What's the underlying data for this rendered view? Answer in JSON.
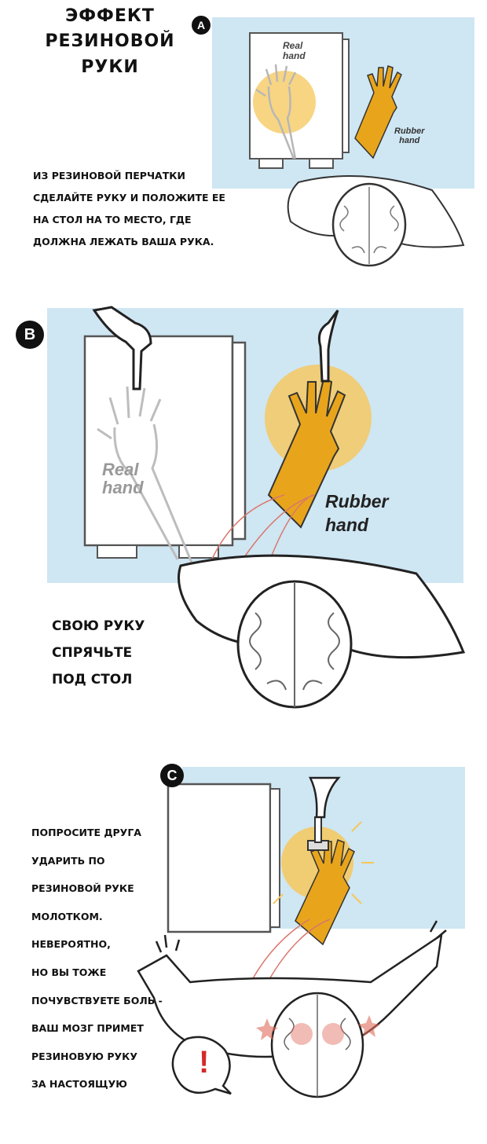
{
  "title": {
    "line1": "Эффект",
    "line2": "резиновой",
    "line3": "руки"
  },
  "panels": {
    "a": {
      "badge": "A",
      "label_real": [
        "Real",
        "hand"
      ],
      "label_rubber": [
        "Rubber",
        "hand"
      ],
      "instruction": [
        "Из резиновой перчатки",
        "сделайте руку и положите ее",
        "на стол на то место, где",
        "должна лежать ваша рука."
      ]
    },
    "b": {
      "badge": "B",
      "label_real": [
        "Real",
        "hand"
      ],
      "label_rubber": [
        "Rubber",
        "hand"
      ],
      "instruction": [
        "Свою руку",
        "спрячьте",
        "под стол"
      ]
    },
    "c": {
      "badge": "C",
      "alert_symbol": "!",
      "instruction": [
        "Попросите друга",
        "ударить по",
        "резиновой руке",
        "молотком.",
        "Невероятно,",
        "но вы тоже",
        "почувствуете боль -",
        "ваш мозг примет",
        "резиновую руку",
        "за настоящую"
      ]
    }
  },
  "colors": {
    "panel_blue": "#cfe6f3",
    "glow": "#f6c75a",
    "rubber_glove": "#e8a51c",
    "skin_line": "#b7b7b7",
    "nerve": "#d9776b"
  },
  "icons": [
    "box-icon",
    "hand-icon",
    "rubber-glove-icon",
    "brain-icon",
    "hammer-icon",
    "alert-bubble-icon"
  ]
}
